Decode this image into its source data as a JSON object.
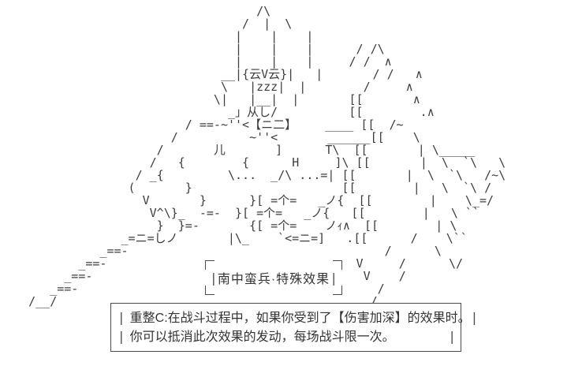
{
  "art": {
    "lines": [
      "                                    /\\",
      "                                  /  |  \\",
      "                                 |    |    |",
      "                                 |    |    |      / /\\",
      "                                 |    |    |     / /  ∧",
      "                               __|{云V云}|   |       / /   ∧",
      "                               \\   |zzz|  |        /     ∧",
      "                              \\|   |__|  |       [[       ∧",
      "                                _」从し/          [[        .∧",
      "                          / ==-~''<【ニ二】    ____ [[  /~",
      "                        /          ~''<       ______[[    \\",
      "                      /       儿       ]      T\\  [[       | \\_____",
      "                     /   {        {      H     ]\\ [[       |  \\  `\\   \\",
      "                   / _{         \\...  _/\\ ...=| [[       |  \\  `\\   /~\\",
      "                  (       }                     [[        |   \\  `\\ /",
      "                    V       }      }[ =个=   _ノ{  [[        |    \\_=/",
      "                     V^\\}_  -=-  }[ =个=   _ノ{   [[        |   \\ ``",
      "                      }  }=-       {[ =个=    ノｨ∧  [[        | \\",
      "                 _=ニ=しノ       |\\_    `<=ニ=]   .[[      /    \\``",
      "              _==-                                    /      \\",
      "           _==-                                   V     /      \\/",
      "         _==-                                      V    /",
      "       _==-                                          /",
      "    /__/                                            /"
    ]
  },
  "label_box": {
    "bar": "|",
    "text": "南中蛮兵·特殊效果"
  },
  "info_box": {
    "bar": "|",
    "line1": "重整C:在战斗过程中，如果你受到了【伤害加深】的效果时。",
    "line2": "你可以抵消此次效果的发动，每场战斗限一次。"
  },
  "colors": {
    "ink": "#3d3d3d",
    "text": "#333333",
    "border": "#4a4a4a",
    "background": "#ffffff"
  }
}
